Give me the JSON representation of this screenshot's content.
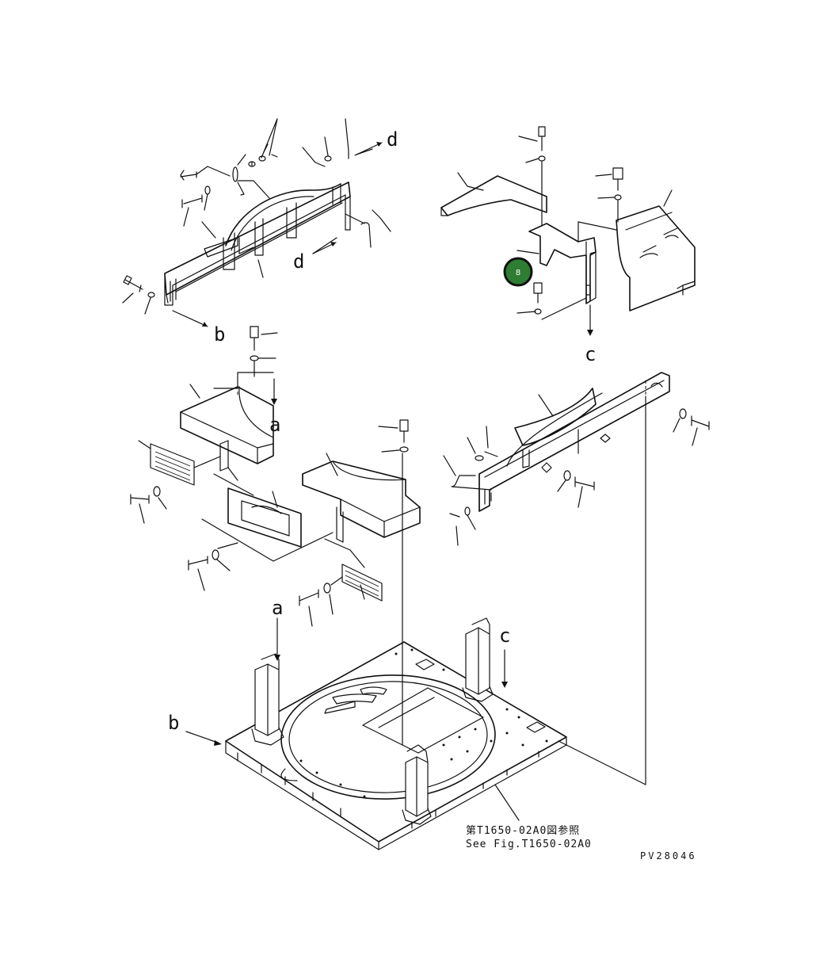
{
  "diagram": {
    "ref_labels": {
      "a_top": "a",
      "a_bottom": "a",
      "b_top": "b",
      "b_bottom": "b",
      "c_top": "c",
      "c_bottom": "c",
      "d_top": "d",
      "d_mid": "d"
    },
    "reference_note": {
      "line1": "第T1650-02A0図参照",
      "line2": "See Fig.T1650-02A0"
    },
    "drawing_code": "PV28046",
    "callout": {
      "number": "8",
      "color": "#2e7d32",
      "ring_color": "#111111"
    }
  }
}
